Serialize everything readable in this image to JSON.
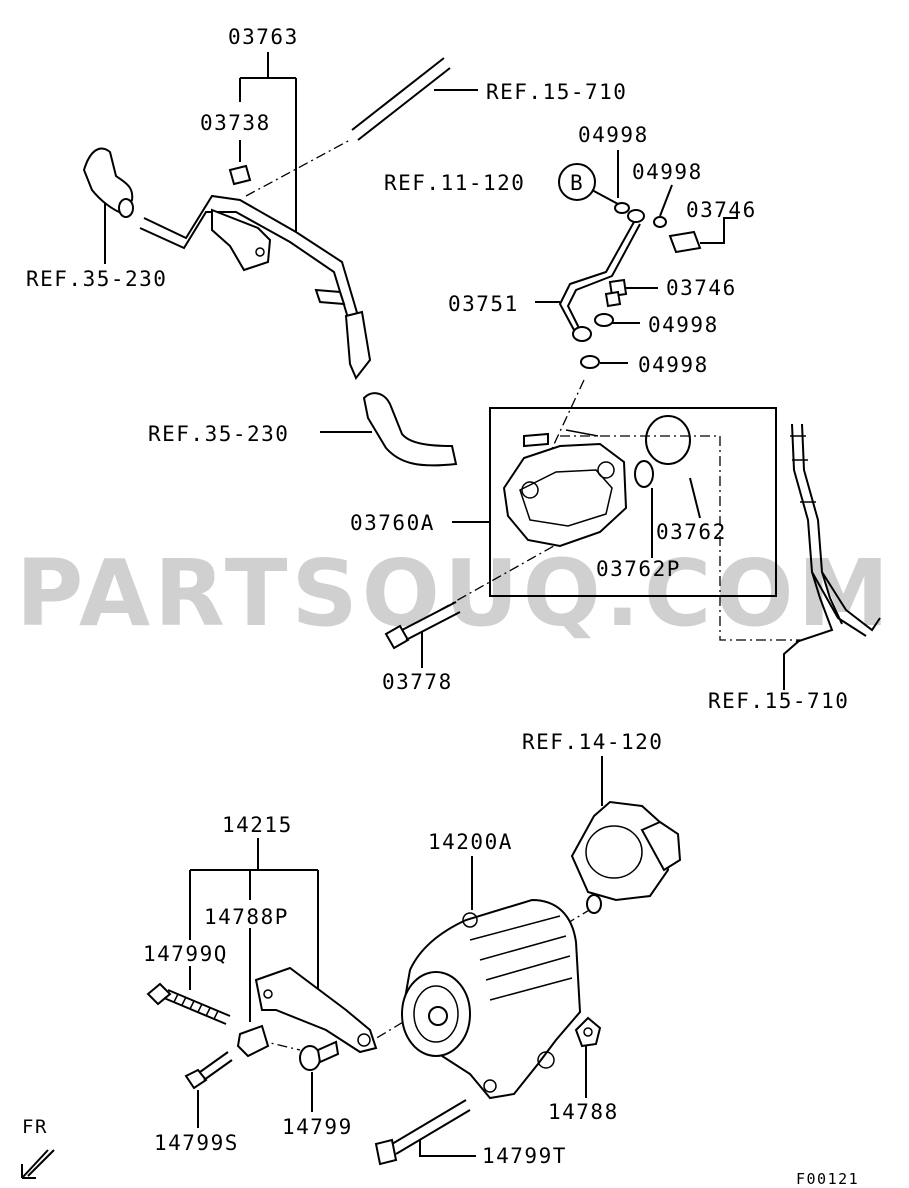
{
  "labels": {
    "p03763": "03763",
    "p03738": "03738",
    "ref15710_top": "REF.15-710",
    "p04998_a": "04998",
    "p04998_b": "04998",
    "ref11120": "REF.11-120",
    "circle_b": "B",
    "p03746_a": "03746",
    "p03746_b": "03746",
    "ref35230_a": "REF.35-230",
    "p03751": "03751",
    "p04998_c": "04998",
    "p04998_d": "04998",
    "ref35230_b": "REF.35-230",
    "p03760a": "03760A",
    "p03762": "03762",
    "p03762p": "03762P",
    "p03778": "03778",
    "ref15710_bottom": "REF.15-710",
    "ref14120": "REF.14-120",
    "p14215": "14215",
    "p14200a": "14200A",
    "p14788p": "14788P",
    "p14799q": "14799Q",
    "p14788": "14788",
    "p14799s": "14799S",
    "p14799": "14799",
    "p14799t": "14799T",
    "fr": "FR",
    "code": "F00121"
  },
  "watermark": "PARTSOUQ.COM",
  "colors": {
    "ink": "#000000",
    "paper": "#ffffff",
    "watermark": "#000000"
  },
  "icons": {
    "front_arrow": "front-arrow-icon"
  }
}
